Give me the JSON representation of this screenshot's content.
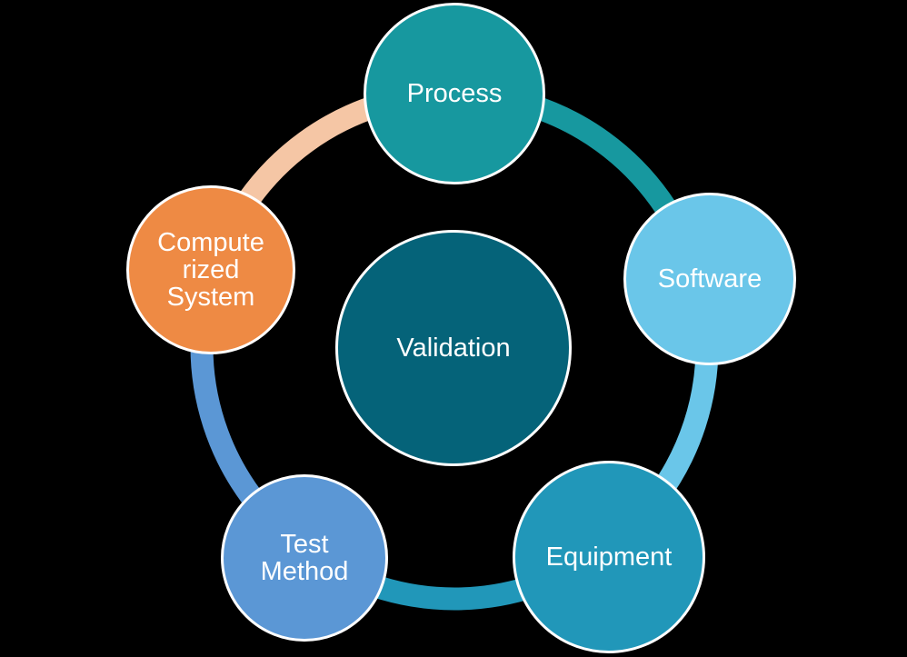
{
  "diagram": {
    "type": "cycle",
    "background": "#000000",
    "text_color": "#FFFFFF",
    "node_border_color": "#FFFFFF",
    "center": {
      "id": "validation",
      "label": "Validation",
      "color": "#056379"
    },
    "nodes": [
      {
        "id": "process",
        "label": "Process",
        "color": "#17989F"
      },
      {
        "id": "software",
        "label": "Software",
        "color": "#6AC6E9"
      },
      {
        "id": "equipment",
        "label": "Equipment",
        "color": "#2197B9"
      },
      {
        "id": "test-method",
        "label": "Test\nMethod",
        "color": "#5B97D5"
      },
      {
        "id": "computerized-system",
        "label": "Compute\nrized\nSystem",
        "color": "#EE8A44"
      }
    ],
    "ring": {
      "segments": [
        {
          "from": "computerized-system",
          "to": "process",
          "color": "#F5C6A5"
        },
        {
          "from": "process",
          "to": "software",
          "color": "#17989F"
        },
        {
          "from": "software",
          "to": "equipment",
          "color": "#6AC6E9"
        },
        {
          "from": "equipment",
          "to": "test-method",
          "color": "#2197B9"
        },
        {
          "from": "test-method",
          "to": "computerized-system",
          "color": "#5B97D5"
        }
      ]
    }
  }
}
